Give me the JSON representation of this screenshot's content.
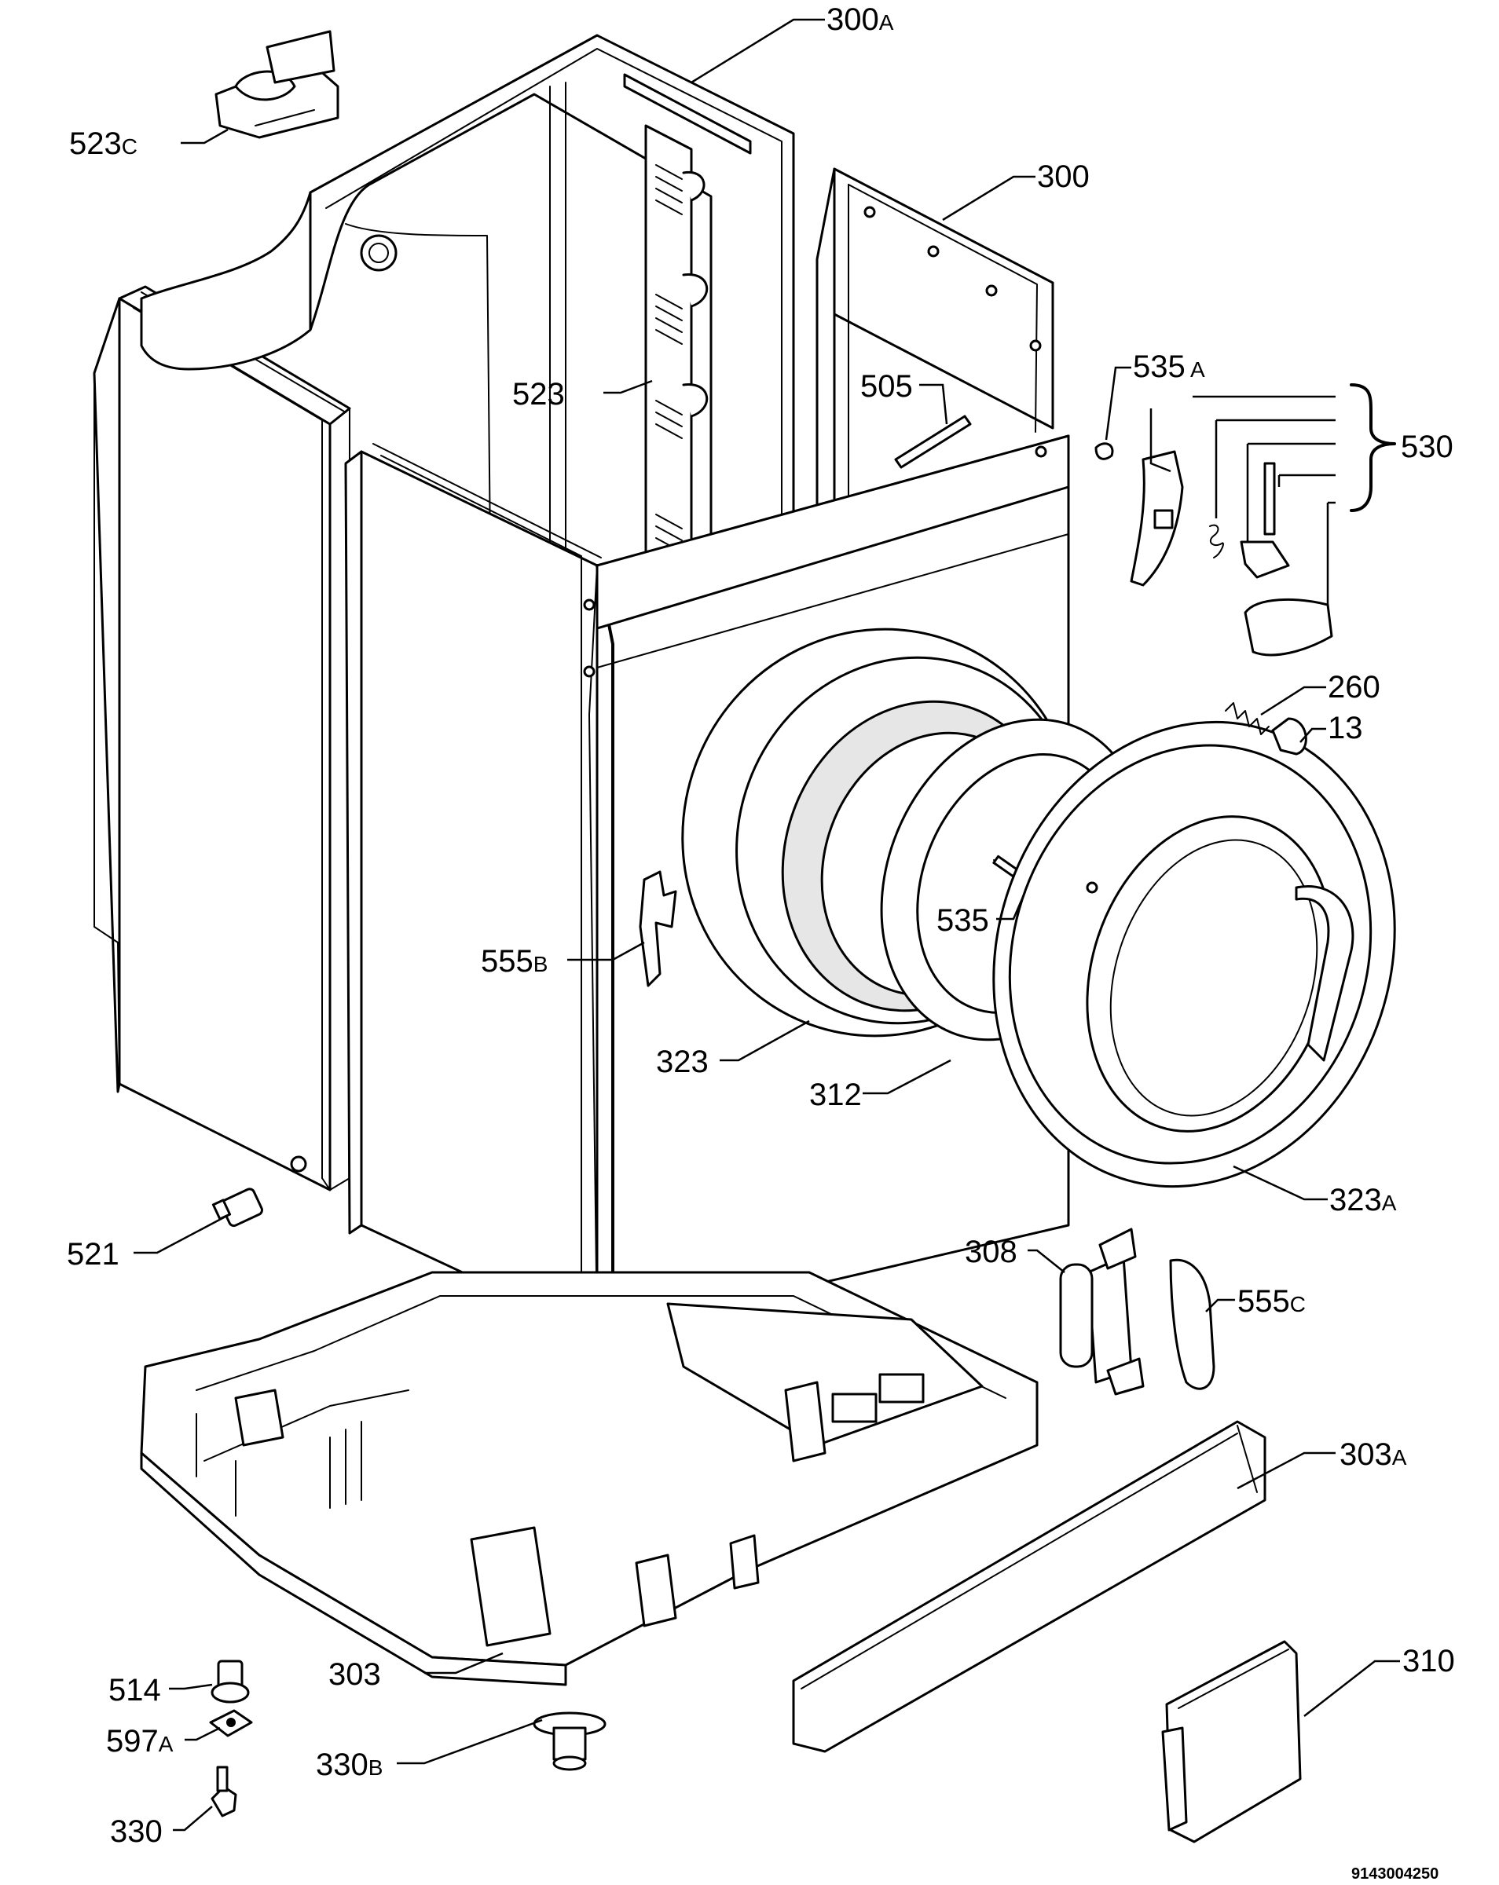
{
  "diagram": {
    "drawing_code": "9143004250",
    "callouts": [
      {
        "id": "300A",
        "num": "300",
        "suffix": "A"
      },
      {
        "id": "523C",
        "num": "523",
        "suffix": "C"
      },
      {
        "id": "300",
        "num": "300",
        "suffix": ""
      },
      {
        "id": "523",
        "num": "523",
        "suffix": ""
      },
      {
        "id": "505",
        "num": "505",
        "suffix": ""
      },
      {
        "id": "535A",
        "num": "535",
        "suffix": " A"
      },
      {
        "id": "530",
        "num": "530",
        "suffix": ""
      },
      {
        "id": "260",
        "num": "260",
        "suffix": ""
      },
      {
        "id": "13",
        "num": "13",
        "suffix": ""
      },
      {
        "id": "535",
        "num": "535",
        "suffix": ""
      },
      {
        "id": "555B",
        "num": "555",
        "suffix": "B"
      },
      {
        "id": "323",
        "num": "323",
        "suffix": ""
      },
      {
        "id": "312",
        "num": "312",
        "suffix": ""
      },
      {
        "id": "323A",
        "num": "323",
        "suffix": "A"
      },
      {
        "id": "521",
        "num": "521",
        "suffix": ""
      },
      {
        "id": "308",
        "num": "308",
        "suffix": ""
      },
      {
        "id": "555C",
        "num": "555",
        "suffix": "C"
      },
      {
        "id": "303A",
        "num": "303",
        "suffix": "A"
      },
      {
        "id": "310",
        "num": "310",
        "suffix": ""
      },
      {
        "id": "514",
        "num": "514",
        "suffix": ""
      },
      {
        "id": "303",
        "num": "303",
        "suffix": ""
      },
      {
        "id": "597A",
        "num": "597",
        "suffix": "A"
      },
      {
        "id": "330B",
        "num": "330",
        "suffix": "B"
      },
      {
        "id": "330",
        "num": "330",
        "suffix": ""
      }
    ]
  }
}
